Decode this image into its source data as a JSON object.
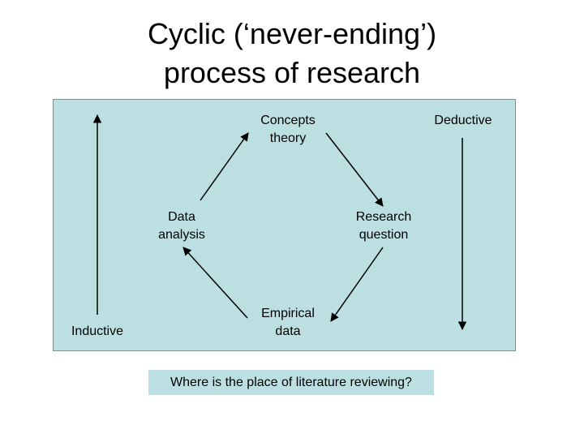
{
  "title": {
    "line1": "Cyclic (‘never-ending’)",
    "line2": "process of research"
  },
  "nodes": {
    "concepts": {
      "line1": "Concepts",
      "line2": "theory"
    },
    "research_question": {
      "line1": "Research",
      "line2": "question"
    },
    "empirical": {
      "line1": "Empirical",
      "line2": "data"
    },
    "data_analysis": {
      "line1": "Data",
      "line2": "analysis"
    }
  },
  "side_labels": {
    "deductive": "Deductive",
    "inductive": "Inductive"
  },
  "question": "Where is the place of literature reviewing?",
  "colors": {
    "box_fill": "#bcdfe2",
    "box_border": "#7f8f92",
    "arrow": "#000000"
  }
}
